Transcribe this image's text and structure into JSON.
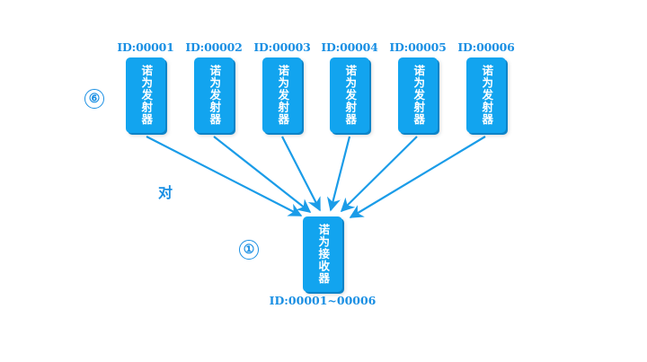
{
  "transmitters": [
    {
      "id": "ID:00001",
      "label": "诺为发射器"
    },
    {
      "id": "ID:00002",
      "label": "诺为发射器"
    },
    {
      "id": "ID:00003",
      "label": "诺为发射器"
    },
    {
      "id": "ID:00004",
      "label": "诺为发射器"
    },
    {
      "id": "ID:00005",
      "label": "诺为发射器"
    },
    {
      "id": "ID:00006",
      "label": "诺为发射器"
    }
  ],
  "receiver": {
    "id": "ID:00001~00006",
    "label": "诺为接收器"
  },
  "transmitter_count": "⑥",
  "receiver_count": "①",
  "relation": "对",
  "colors": {
    "accent": "#1a8fe3",
    "box": "#12a4ef",
    "arrow": "#1a9ce8"
  }
}
